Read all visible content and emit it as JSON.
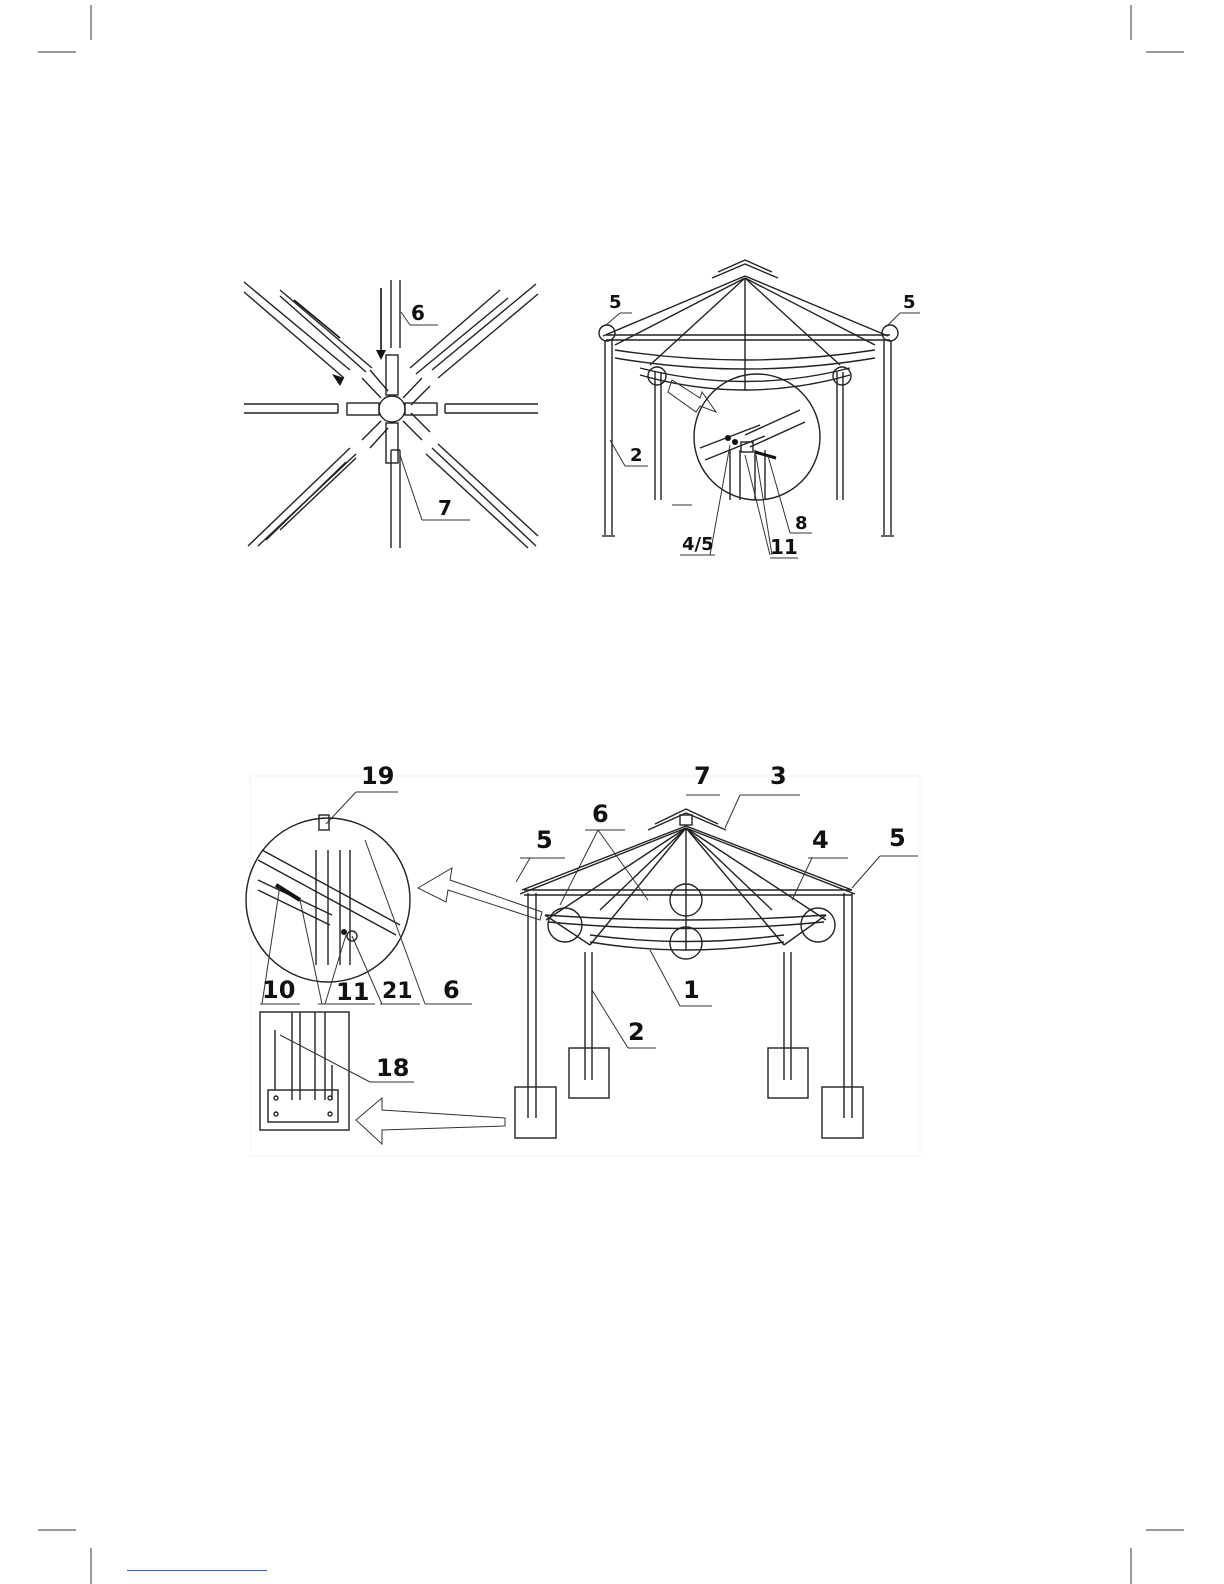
{
  "figure_top_left": {
    "labels": {
      "rib": "6",
      "hub": "7"
    }
  },
  "figure_top_right": {
    "labels": {
      "corner_left": "5",
      "corner_right": "5",
      "post": "2",
      "joint": "4/5",
      "bolt": "8",
      "washers": "11"
    }
  },
  "figure_bottom": {
    "labels": {
      "detail_bracket": "19",
      "hub": "7",
      "cap": "3",
      "rib": "6",
      "corner_left": "5",
      "brace": "4",
      "corner_right": "5",
      "bolt": "10",
      "washers": "11",
      "nut": "21",
      "detail_rib": "6",
      "eave_beam": "1",
      "post": "2",
      "anchor": "18"
    }
  },
  "colors": {
    "line": "#222222",
    "link": "#3b5bdb"
  }
}
